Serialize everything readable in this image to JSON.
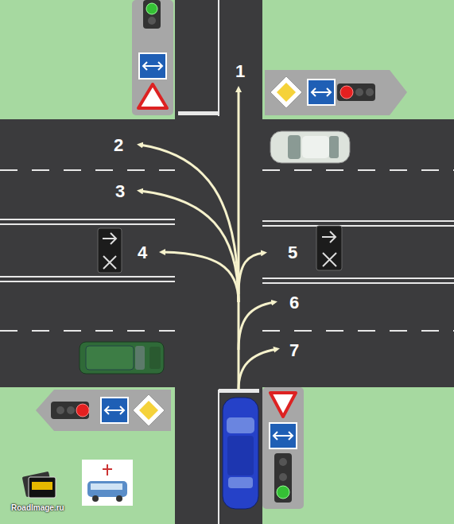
{
  "diagram": {
    "labels": [
      "1",
      "2",
      "3",
      "4",
      "5",
      "6",
      "7",
      "RoadImage.ru"
    ]
  }
}
